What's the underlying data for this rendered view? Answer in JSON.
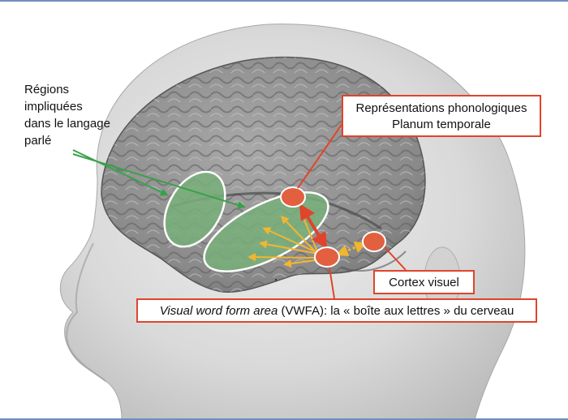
{
  "labels": {
    "spoken_language_regions": [
      "Régions",
      "impliquées",
      "dans le langage",
      "parlé"
    ],
    "phonological": [
      "Représentations phonologiques",
      "Planum temporale"
    ],
    "visual_cortex": "Cortex visuel",
    "vwfa_italic": "Visual word form area",
    "vwfa_rest": " (VWFA): la « boîte aux lettres » du cerveau"
  },
  "colors": {
    "accent_red": "#e0442b",
    "node_orange": "#e2603f",
    "region_green": "#78b07a",
    "arrow_green": "#3aa14a",
    "arrow_yellow": "#f2b630",
    "frame_blue": "#6f8fc0",
    "head_gray": "#d4d4d4"
  }
}
